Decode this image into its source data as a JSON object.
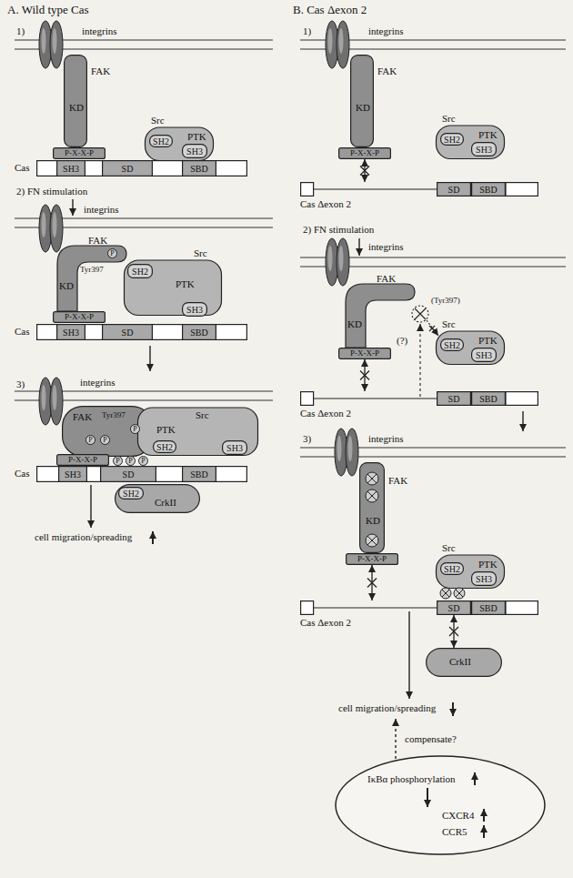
{
  "diagram": {
    "nodes": [
      {
        "text": [
          "FAK",
          "KD"
        ]
      },
      {
        "text": [
          "P-X-X-P"
        ]
      },
      {
        "text": [
          "Src",
          "PTK"
        ]
      },
      {
        "text": [
          "SH2"
        ],
        "in": 2
      },
      {
        "text": [
          "SH3"
        ],
        "in": 2
      },
      {
        "text": [
          "Cas"
        ]
      },
      {
        "text": [
          "SH3"
        ],
        "in": 5
      },
      {
        "text": [
          "SD"
        ],
        "in": 5
      },
      {
        "text": [
          "SBD"
        ],
        "in": 5
      },
      {
        "text": [
          "FAK",
          "KD"
        ]
      },
      {
        "text": [
          "P-X-X-P"
        ]
      },
      {
        "text": [
          "Src",
          "PTK"
        ]
      },
      {
        "text": [
          "SH2"
        ],
        "in": 11
      },
      {
        "text": [
          "SH3"
        ],
        "in": 11
      },
      {
        "text": [
          "Cas"
        ]
      },
      {
        "text": [
          "SH3"
        ],
        "in": 14
      },
      {
        "text": [
          "SD"
        ],
        "in": 14
      },
      {
        "text": [
          "SBD"
        ],
        "in": 14
      },
      {
        "text": [
          "FAK"
        ]
      },
      {
        "text": [
          "P-X-X-P"
        ]
      },
      {
        "text": [
          "Src",
          "PTK"
        ]
      },
      {
        "text": [
          "SH2"
        ],
        "in": 20
      },
      {
        "text": [
          "SH3"
        ],
        "in": 20
      },
      {
        "text": [
          "Cas"
        ]
      },
      {
        "text": [
          "SH3"
        ],
        "in": 23
      },
      {
        "text": [
          "SD"
        ],
        "in": 23
      },
      {
        "text": [
          "SBD"
        ],
        "in": 23
      },
      {
        "text": [
          "CrkII"
        ]
      },
      {
        "text": [
          "SH2"
        ],
        "in": 27
      },
      {
        "text": [
          "FAK",
          "KD"
        ]
      },
      {
        "text": [
          "P-X-X-P"
        ]
      },
      {
        "text": [
          "Src",
          "PTK"
        ]
      },
      {
        "text": [
          "SH2"
        ],
        "in": 31
      },
      {
        "text": [
          "SH3"
        ],
        "in": 31
      },
      {
        "text": [
          "Cas Δexon 2"
        ]
      },
      {
        "text": [
          "SD"
        ],
        "in": 34
      },
      {
        "text": [
          "SBD"
        ],
        "in": 34
      },
      {
        "text": [
          "FAK",
          "KD"
        ]
      },
      {
        "text": [
          "P-X-X-P"
        ]
      },
      {
        "text": [
          "Src",
          "PTK"
        ]
      },
      {
        "text": [
          "SH2"
        ],
        "in": 39
      },
      {
        "text": [
          "SH3"
        ],
        "in": 39
      },
      {
        "text": [
          "Cas Δexon 2"
        ]
      },
      {
        "text": [
          "SD"
        ],
        "in": 42
      },
      {
        "text": [
          "SBD"
        ],
        "in": 42
      },
      {
        "text": [
          "FAK",
          "KD"
        ]
      },
      {
        "text": [
          "P-X-X-P"
        ]
      },
      {
        "text": [
          "Src",
          "PTK"
        ]
      },
      {
        "text": [
          "SH2"
        ],
        "in": 47
      },
      {
        "text": [
          "SH3"
        ],
        "in": 47
      },
      {
        "text": [
          "Cas Δexon 2"
        ]
      },
      {
        "text": [
          "SD"
        ],
        "in": 50
      },
      {
        "text": [
          "SBD"
        ],
        "in": 50
      },
      {
        "text": [
          "CrkII"
        ]
      },
      {
        "text": [
          "IκBα phosphorylation",
          "CXCR4",
          "CCR5"
        ]
      }
    ],
    "edges": [
      {
        "from": 30,
        "to": 34,
        "arrow": "both"
      },
      {
        "from": 38,
        "to": 42,
        "arrow": "both"
      },
      {
        "from": 46,
        "to": 50,
        "arrow": "both"
      },
      {
        "from": 51,
        "to": 53,
        "arrow": "both"
      }
    ],
    "labels": [
      "A. Wild type Cas",
      "1)",
      "integrins",
      "2) FN stimulation",
      "integrins",
      "P",
      "Tyr397",
      "3)",
      "integrins",
      "Tyr397",
      "P",
      "P",
      "P",
      "P",
      "P",
      "P",
      "cell migration/spreading",
      "B. Cas Δexon 2",
      "1)",
      "integrins",
      "2) FN stimulation",
      "integrins",
      "(Tyr397)",
      "(?)",
      "3)",
      "integrins",
      "cell migration/spreading",
      "compensate?"
    ]
  }
}
